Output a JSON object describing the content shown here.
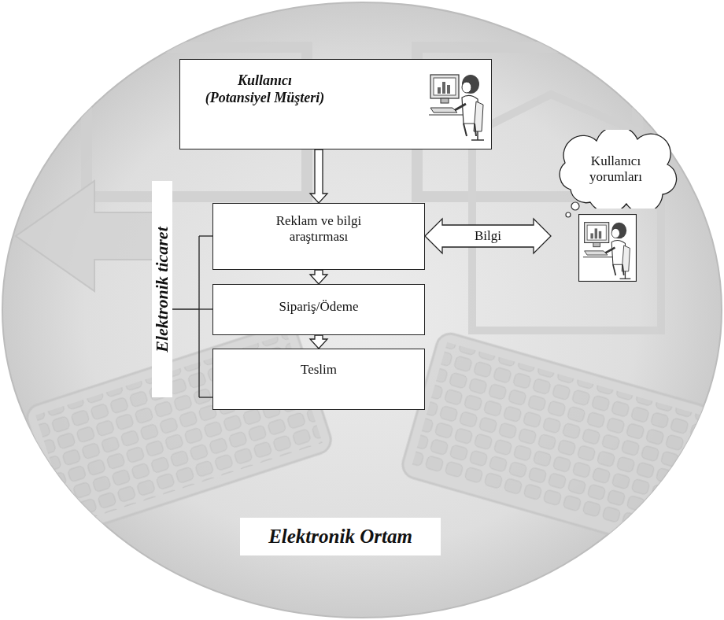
{
  "diagram": {
    "nodes": [
      {
        "text": [
          "Kullanıcı (Potansiyel Müşteri)"
        ]
      },
      {
        "text": [
          "Reklam ve bilgi araştırması"
        ]
      },
      {
        "text": [
          "Sipariş/Ödeme"
        ]
      },
      {
        "text": [
          "Teslim"
        ]
      },
      {
        "text": [
          "Kullanıcı yorumları"
        ]
      }
    ],
    "edges": [
      {
        "from": 0,
        "to": 1,
        "arrow": "to"
      },
      {
        "from": 1,
        "to": 2,
        "arrow": "to"
      },
      {
        "from": 2,
        "to": 3,
        "arrow": "to"
      },
      {
        "from": 1,
        "to": 4,
        "label": "Bilgi",
        "arrow": "both"
      }
    ],
    "labels": [
      "Elektronik ticaret",
      "Elektronik Ortam"
    ]
  }
}
